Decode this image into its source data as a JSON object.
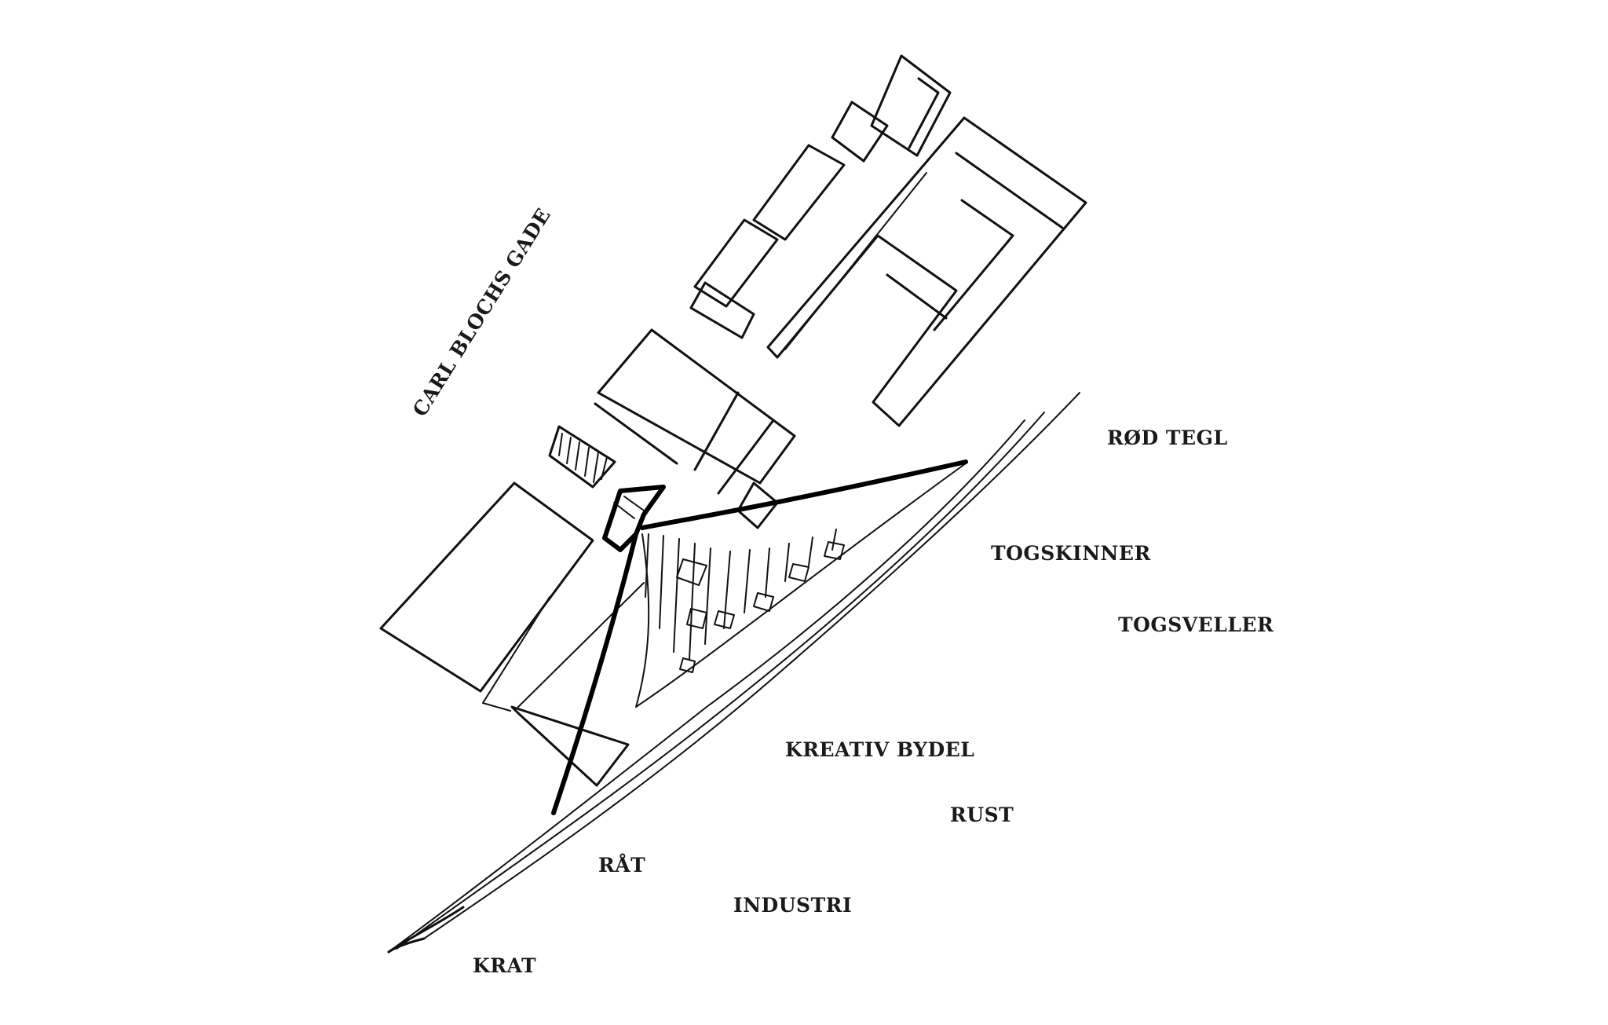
{
  "diagram": {
    "street_label": "CARL BLOCHS GADE",
    "keywords": {
      "rod_tegl": "RØD TEGL",
      "togskinner": "TOGSKINNER",
      "togsveller": "TOGSVELLER",
      "kreativ_bydel": "KREATIV BYDEL",
      "rust": "RUST",
      "raat": "RÅT",
      "industri": "INDUSTRI",
      "krat": "KRAT"
    },
    "ink_color": "#111111",
    "background_color": "#ffffff"
  }
}
